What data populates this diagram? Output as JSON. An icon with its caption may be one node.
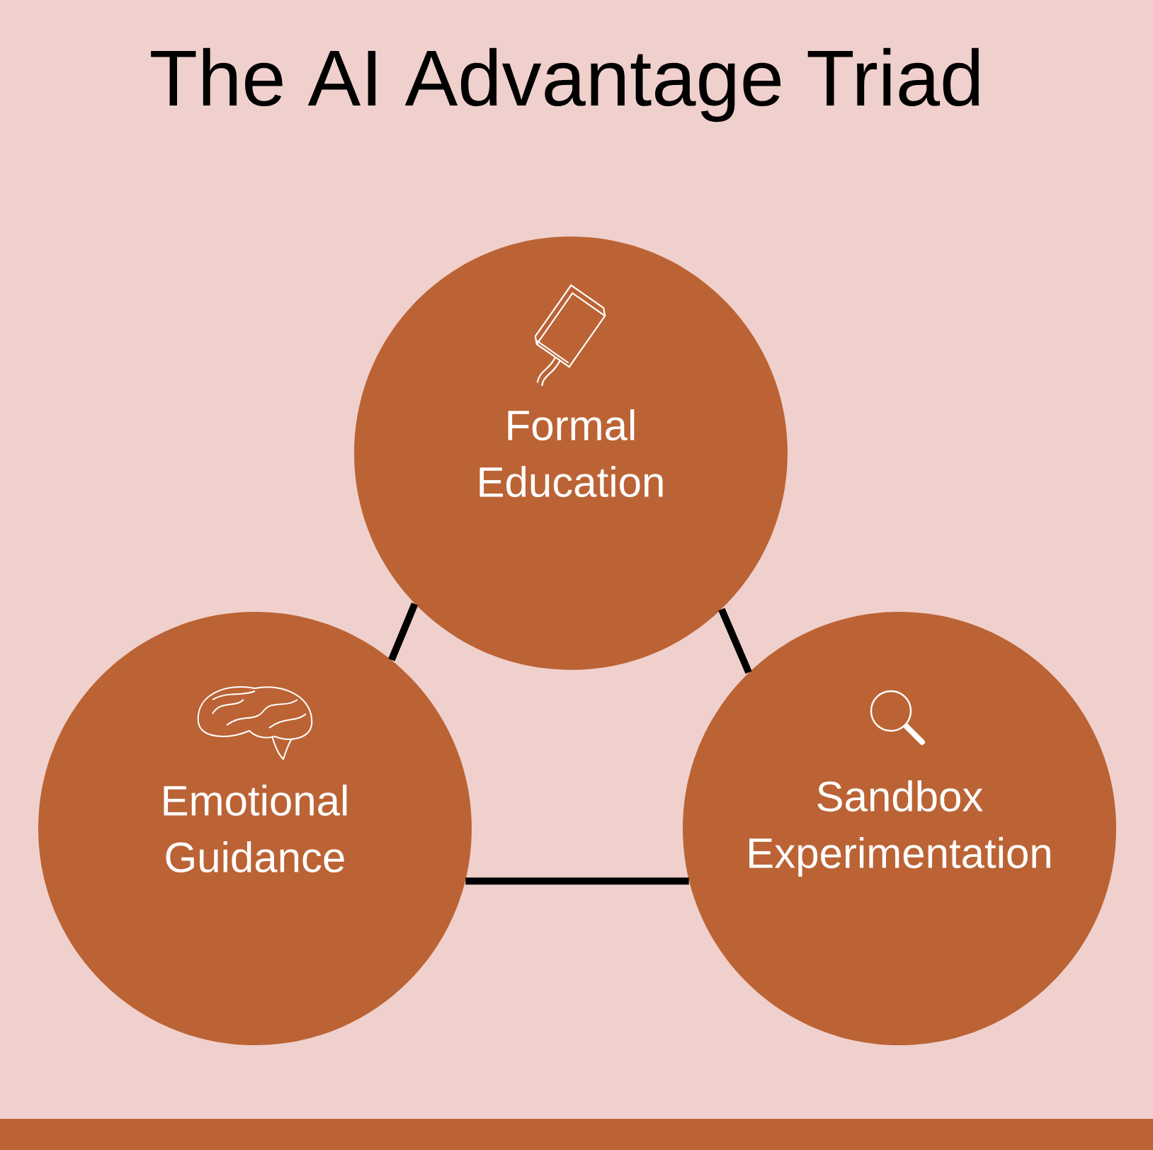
{
  "diagram": {
    "title": "The AI Advantage Triad",
    "nodes": [
      {
        "text": [
          "Formal Education"
        ]
      },
      {
        "text": [
          "Emotional Guidance"
        ]
      },
      {
        "text": [
          "Sandbox Experimentation"
        ]
      }
    ],
    "edges": [
      {
        "from": 0,
        "to": 1,
        "arrow": "none"
      },
      {
        "from": 0,
        "to": 2,
        "arrow": "none"
      },
      {
        "from": 1,
        "to": 2,
        "arrow": "none"
      }
    ]
  }
}
